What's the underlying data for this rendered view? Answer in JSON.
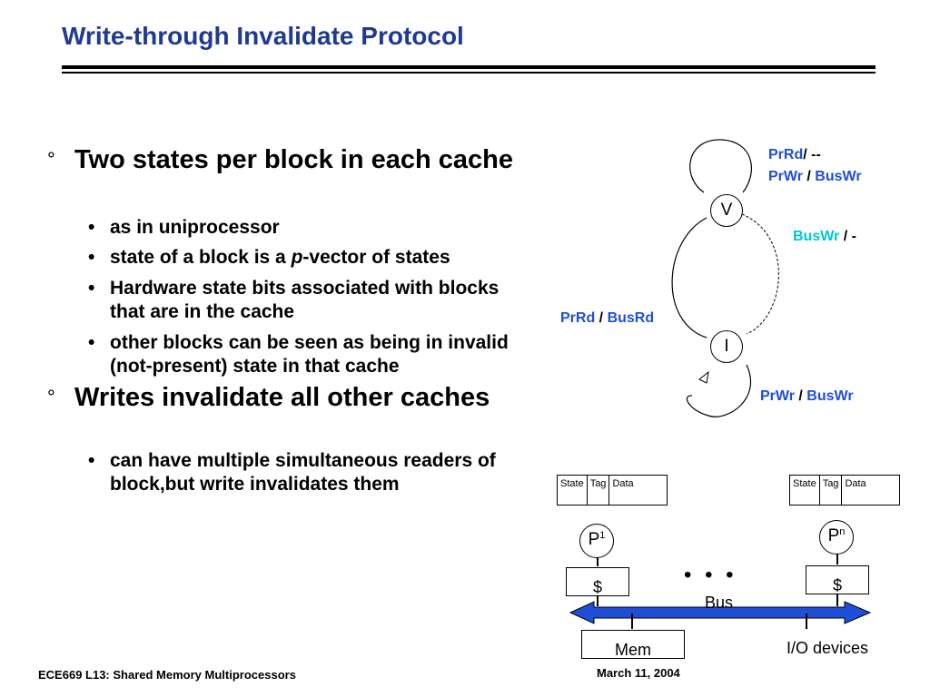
{
  "slide": {
    "title": "Write-through Invalidate Protocol",
    "bullets": [
      {
        "marker": "°",
        "text": "Two states per block in each cache"
      },
      {
        "marker": "°",
        "text": "Writes invalidate all other caches"
      }
    ],
    "sub_bullets_1": [
      {
        "marker": "•",
        "text": "as in uniprocessor"
      },
      {
        "marker": "•",
        "pre": "state of a block is a ",
        "italic": "p",
        "post": "-vector of states"
      },
      {
        "marker": "•",
        "text": "Hardware state bits associated with blocks that are in the cache"
      },
      {
        "marker": "•",
        "text": "other blocks can be seen as being in invalid (not-present) state in that cache"
      }
    ],
    "sub_bullets_2": [
      {
        "marker": "•",
        "text": "can have multiple simultaneous readers of block,but write invalidates them"
      }
    ]
  },
  "state_diagram": {
    "states": {
      "valid": "V",
      "invalid": "I"
    },
    "v_self_loop": {
      "line1_a": "PrRd",
      "line1_b": "/ --",
      "line2_a": "PrWr",
      "line2_sep": " / ",
      "line2_b": "BusWr"
    },
    "v_to_i": {
      "a": "BusWr",
      "sep": " / ",
      "b": "-"
    },
    "i_to_v": {
      "a": "PrRd",
      "sep": " / ",
      "b": "BusRd"
    },
    "i_self_loop": {
      "a": "PrWr",
      "sep": " / ",
      "b": "BusWr"
    }
  },
  "system_diagram": {
    "cache_header": [
      "State",
      "Tag",
      "Data"
    ],
    "proc_left_a": "P",
    "proc_left_b": "1",
    "proc_right_a": "P",
    "proc_right_b": "n",
    "cache_label": "$",
    "ellipsis": "• • •",
    "bus_label": "Bus",
    "mem_label": "Mem",
    "io_label": "I/O devices",
    "colors": {
      "bus": "#1f4fd8"
    }
  },
  "footer": {
    "left": "ECE669  L13: Shared Memory Multiprocessors",
    "center": "March 11, 2004"
  }
}
